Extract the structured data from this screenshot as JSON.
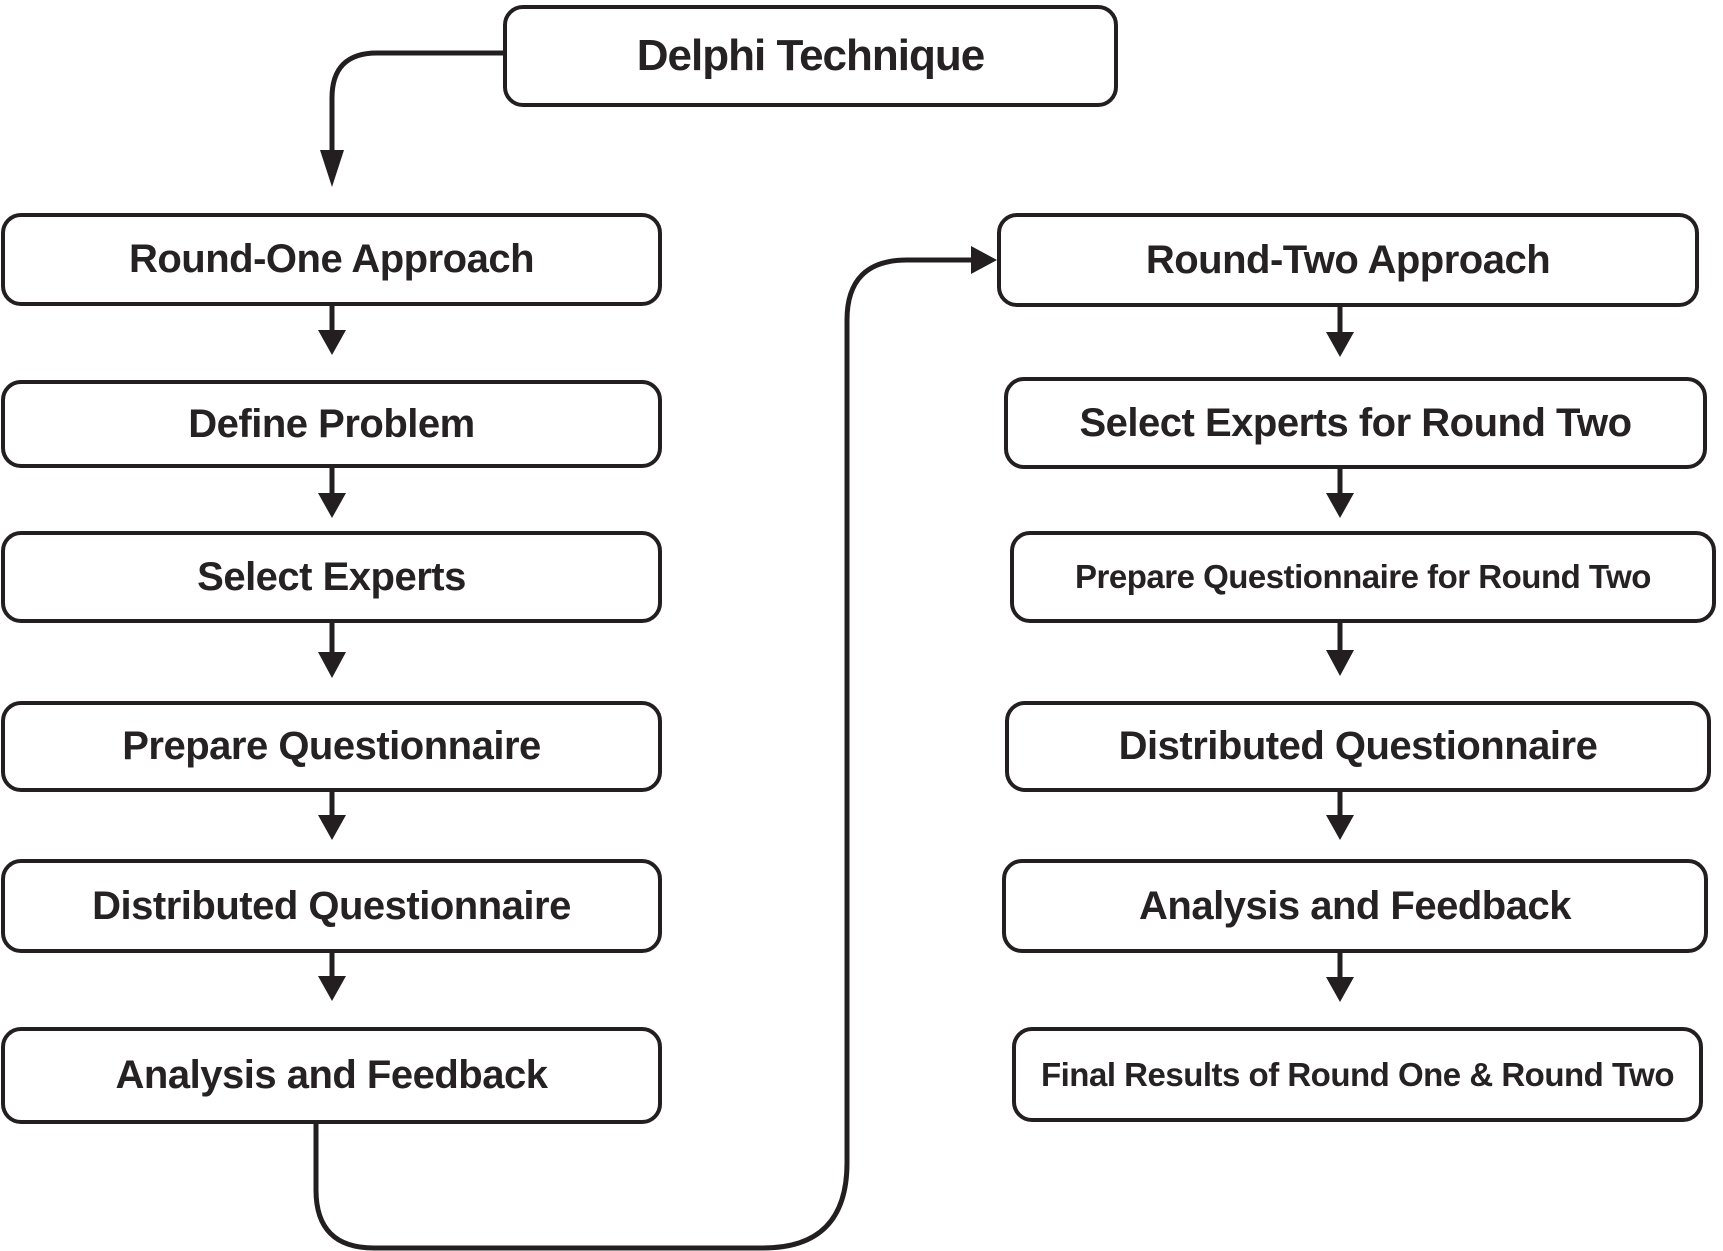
{
  "figure": {
    "type": "flowchart",
    "background": "#ffffff",
    "line_color": "#231f20",
    "text_color": "#262223"
  },
  "nodes": {
    "delphi": "Delphi Technique",
    "round_one": [
      "Round-One Approach",
      "Define Problem",
      "Select Experts",
      "Prepare Questionnaire",
      "Distributed Questionnaire",
      "Analysis and Feedback"
    ],
    "round_two": [
      "Round-Two Approach",
      "Select Experts for Round Two",
      "Prepare Questionnaire for Round Two",
      "Distributed Questionnaire",
      "Analysis and Feedback",
      "Final Results of Round One & Round Two"
    ]
  },
  "edges": [
    {
      "from": "Delphi Technique",
      "to": "Round-One Approach"
    },
    {
      "from": "Round-One Approach",
      "to": "Define Problem"
    },
    {
      "from": "Define Problem",
      "to": "Select Experts"
    },
    {
      "from": "Select Experts",
      "to": "Prepare Questionnaire"
    },
    {
      "from": "Prepare Questionnaire",
      "to": "Distributed Questionnaire"
    },
    {
      "from": "Distributed Questionnaire",
      "to": "Analysis and Feedback"
    },
    {
      "from": "Analysis and Feedback",
      "to": "Round-Two Approach"
    },
    {
      "from": "Round-Two Approach",
      "to": "Select Experts for Round Two"
    },
    {
      "from": "Select Experts for Round Two",
      "to": "Prepare Questionnaire for Round Two"
    },
    {
      "from": "Prepare Questionnaire for Round Two",
      "to": "Distributed Questionnaire"
    },
    {
      "from": "Distributed Questionnaire",
      "to": "Analysis and Feedback"
    },
    {
      "from": "Analysis and Feedback",
      "to": "Final Results of Round One & Round Two"
    }
  ]
}
